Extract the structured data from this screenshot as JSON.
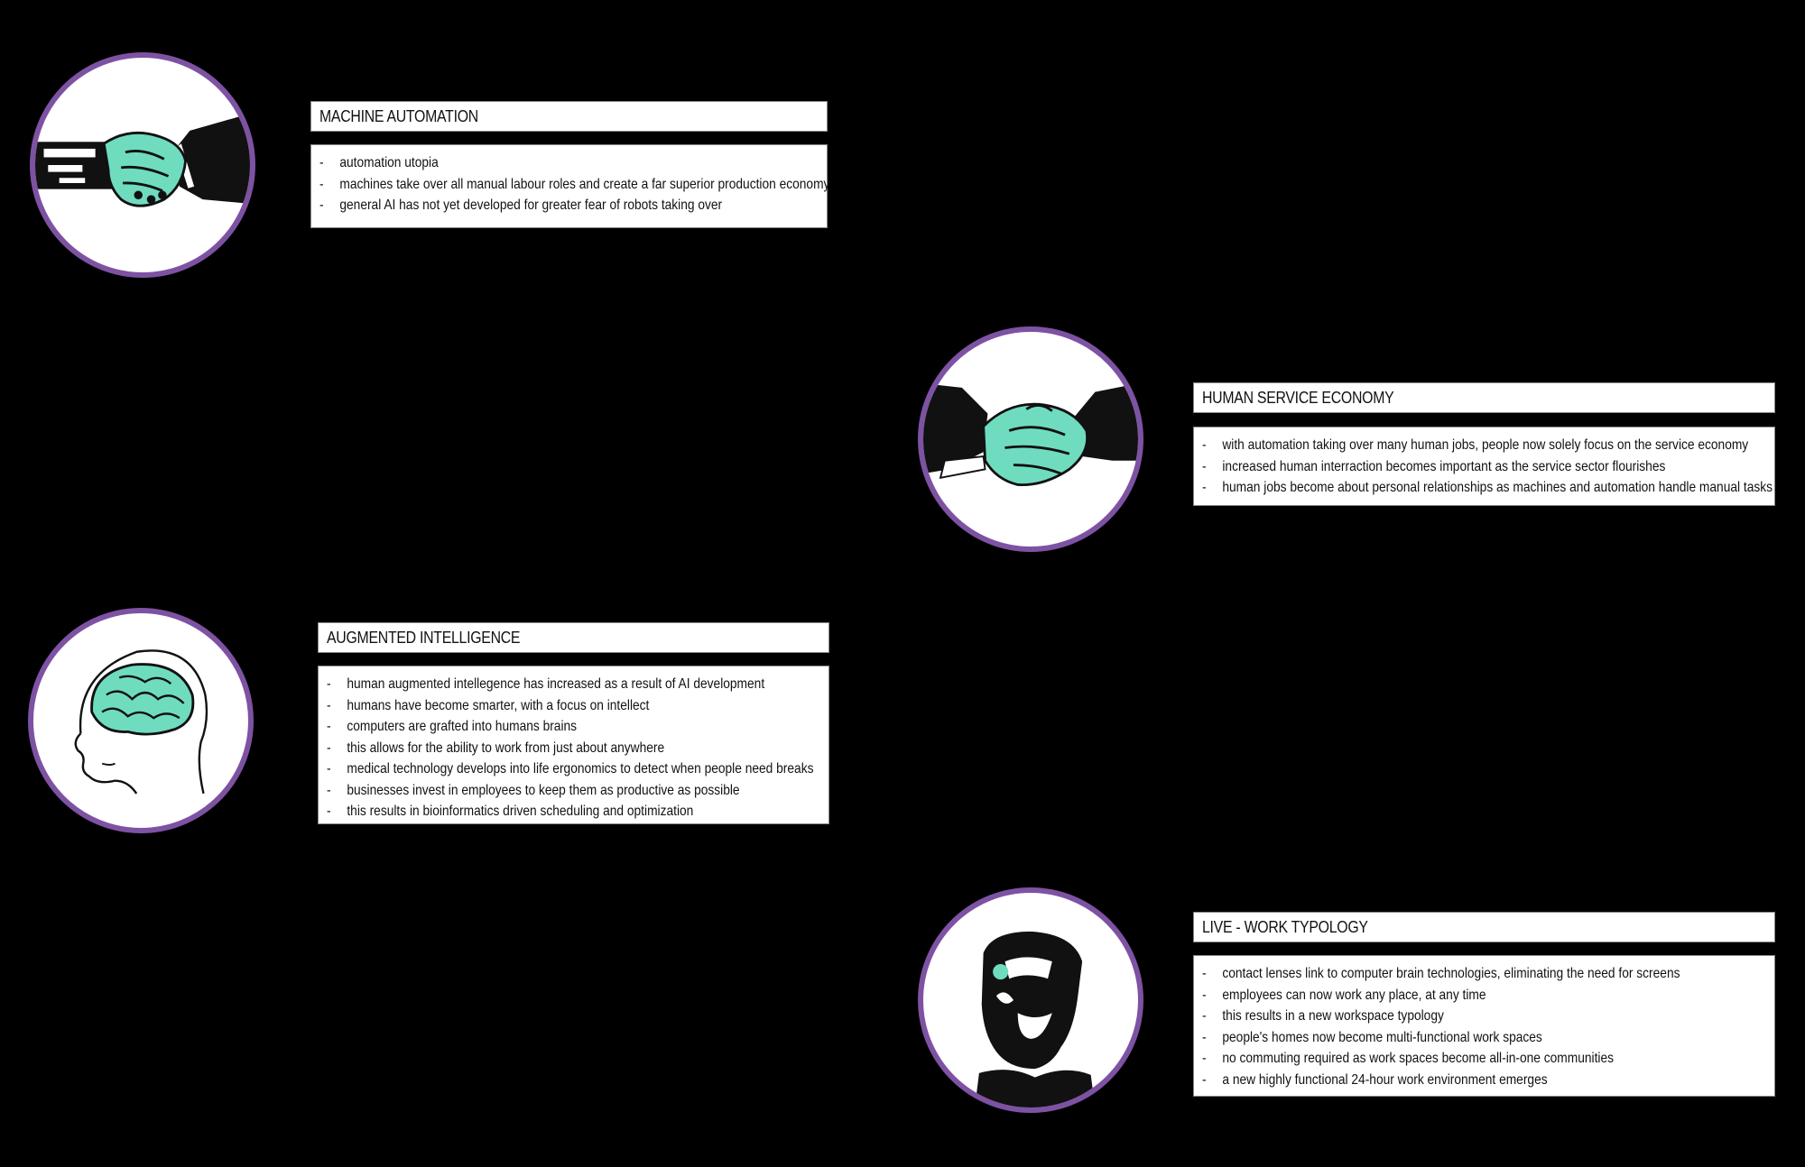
{
  "colors": {
    "background": "#000000",
    "ring": "#7d52a3",
    "accent": "#6fdcc0"
  },
  "sections": [
    {
      "icon": "robot-human-handshake-icon",
      "title": "MACHINE AUTOMATION",
      "bullets": [
        "automation utopia",
        "machines take over all manual labour roles and create a far superior production economy",
        "general AI has not yet developed for greater fear of robots taking over"
      ]
    },
    {
      "icon": "human-handshake-icon",
      "title": "HUMAN SERVICE ECONOMY",
      "bullets": [
        "with automation taking over many human jobs, people now solely focus on the service economy",
        "increased human interraction becomes important as the service sector flourishes",
        "human jobs become about personal relationships as machines and automation handle manual tasks"
      ]
    },
    {
      "icon": "brain-head-icon",
      "title": "AUGMENTED INTELLIGENCE",
      "bullets": [
        "human augmented intellegence has increased as a result of AI development",
        "humans have become smarter, with a focus on intellect",
        "computers are grafted into humans brains",
        "this allows for the ability to work from just about anywhere",
        "medical technology develops into life ergonomics to detect when people need breaks",
        "businesses invest in employees to keep them as productive as possible",
        "this results in bioinformatics driven scheduling and optimization"
      ]
    },
    {
      "icon": "cyborg-face-icon",
      "title": "LIVE - WORK TYPOLOGY",
      "bullets": [
        "contact lenses link to computer brain technologies, eliminating the need for screens",
        "employees can now work any place, at any time",
        "this results in a new workspace typology",
        "people's homes now become multi-functional work spaces",
        "no commuting required as work spaces become all-in-one communities",
        "a new highly functional 24-hour work environment emerges"
      ]
    }
  ]
}
